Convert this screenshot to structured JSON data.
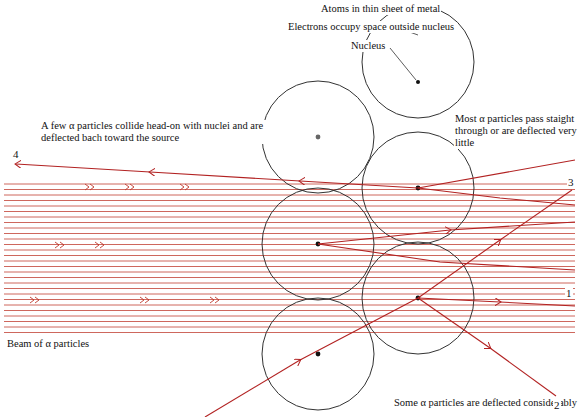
{
  "diagram": {
    "labels": [
      "Atoms in thin sheet of metal",
      "Electrons occupy space outside nucleus",
      "Nucleus",
      "A few α particles collide head-on with nuclei and are deflected bach toward the source",
      "Most α particles pass staight through or are deflected very little",
      "Beam of α particles",
      "Some α particles are deflected considerably",
      "4",
      "3",
      "1",
      "2"
    ]
  }
}
